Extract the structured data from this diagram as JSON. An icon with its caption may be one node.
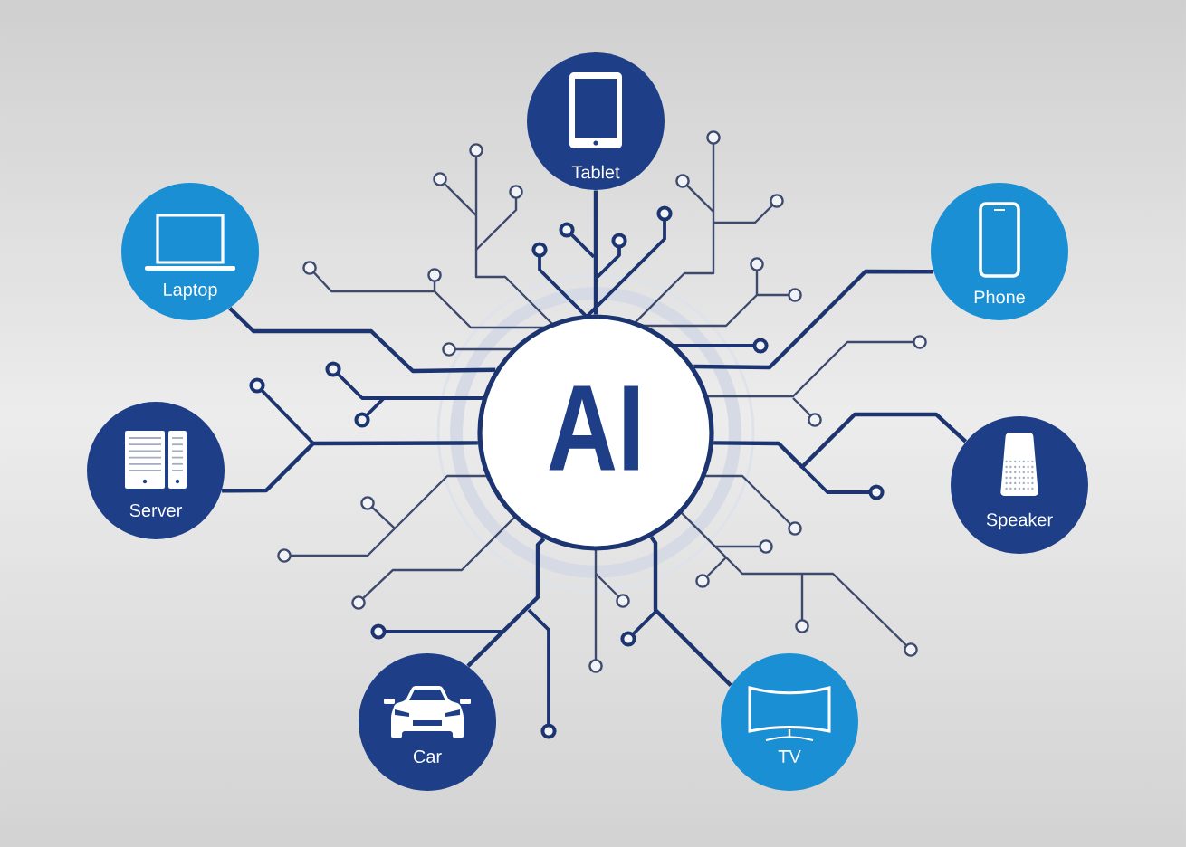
{
  "diagram": {
    "nodes": [
      {
        "text": [
          "Tablet"
        ]
      },
      {
        "text": [
          "Laptop"
        ]
      },
      {
        "text": [
          "Phone"
        ]
      },
      {
        "text": [
          "AI"
        ]
      },
      {
        "text": [
          "Server"
        ]
      },
      {
        "text": [
          "Speaker"
        ]
      },
      {
        "text": [
          "Car"
        ]
      },
      {
        "text": [
          "TV"
        ]
      }
    ],
    "edges": [
      {
        "from": 3,
        "to": 0,
        "arrow": "none"
      },
      {
        "from": 3,
        "to": 1,
        "arrow": "none"
      },
      {
        "from": 3,
        "to": 2,
        "arrow": "none"
      },
      {
        "from": 3,
        "to": 4,
        "arrow": "none"
      },
      {
        "from": 3,
        "to": 5,
        "arrow": "none"
      },
      {
        "from": 3,
        "to": 6,
        "arrow": "none"
      },
      {
        "from": 3,
        "to": 7,
        "arrow": "none"
      }
    ]
  }
}
